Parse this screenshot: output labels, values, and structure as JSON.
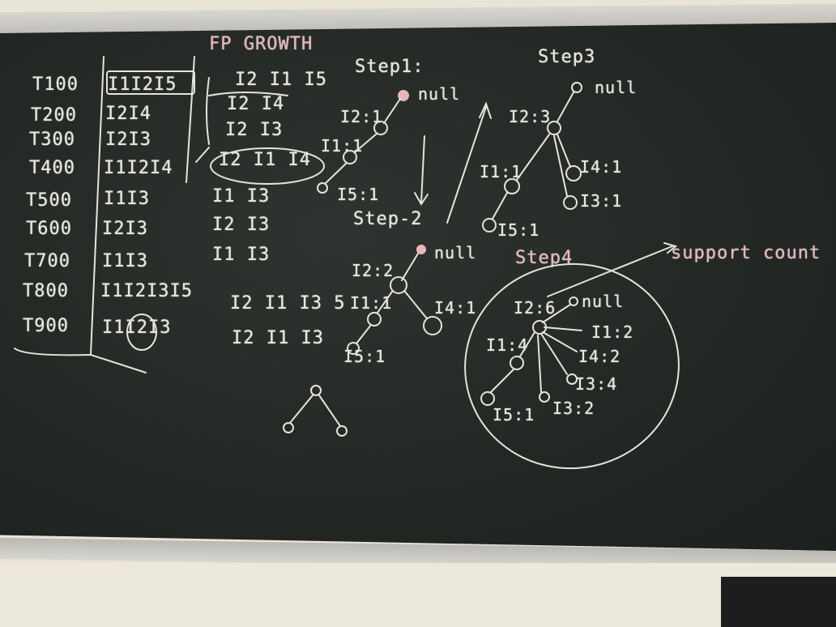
{
  "title": "FP GROWTH",
  "transactions": [
    {
      "id": "T100",
      "items": "I1I2I5",
      "ordered": "I2 I1 I5"
    },
    {
      "id": "T200",
      "items": "I2I4",
      "ordered": "I2 I4"
    },
    {
      "id": "T300",
      "items": "I2I3",
      "ordered": "I2 I3"
    },
    {
      "id": "T400",
      "items": "I1I2I4",
      "ordered": "I2 I1 I4"
    },
    {
      "id": "T500",
      "items": "I1I3",
      "ordered": "I1 I3"
    },
    {
      "id": "T600",
      "items": "I2I3",
      "ordered": "I2 I3"
    },
    {
      "id": "T700",
      "items": "I1I3",
      "ordered": "I1 I3"
    },
    {
      "id": "T800",
      "items": "I1I2I3I5",
      "ordered": "I2 I1 I3 5"
    },
    {
      "id": "T900",
      "items": "I1I2I3",
      "ordered": "I2 I1 I3"
    }
  ],
  "step1": {
    "label": "Step1:",
    "null": "null",
    "n1": "I2:1",
    "n2": "I1:1",
    "n3": "I5:1"
  },
  "step2": {
    "label": "Step-2",
    "null": "null",
    "n1": "I2:2",
    "n2": "I1:1",
    "n3": "I5:1",
    "n4": "I4:1"
  },
  "step3": {
    "label": "Step3",
    "null": "null",
    "n1": "I2:3",
    "n2": "I1:1",
    "n3": "I5:1",
    "n4": "I4:1",
    "n5": "I3:1"
  },
  "step4": {
    "label": "Step4",
    "null": "null",
    "n1": "I2:6",
    "n2": "I1:4",
    "n3": "I5:1",
    "n4": "I1:2",
    "n5": "I4:2",
    "n6": "I3:4",
    "n7": "I3:2"
  },
  "annotation": "support count"
}
